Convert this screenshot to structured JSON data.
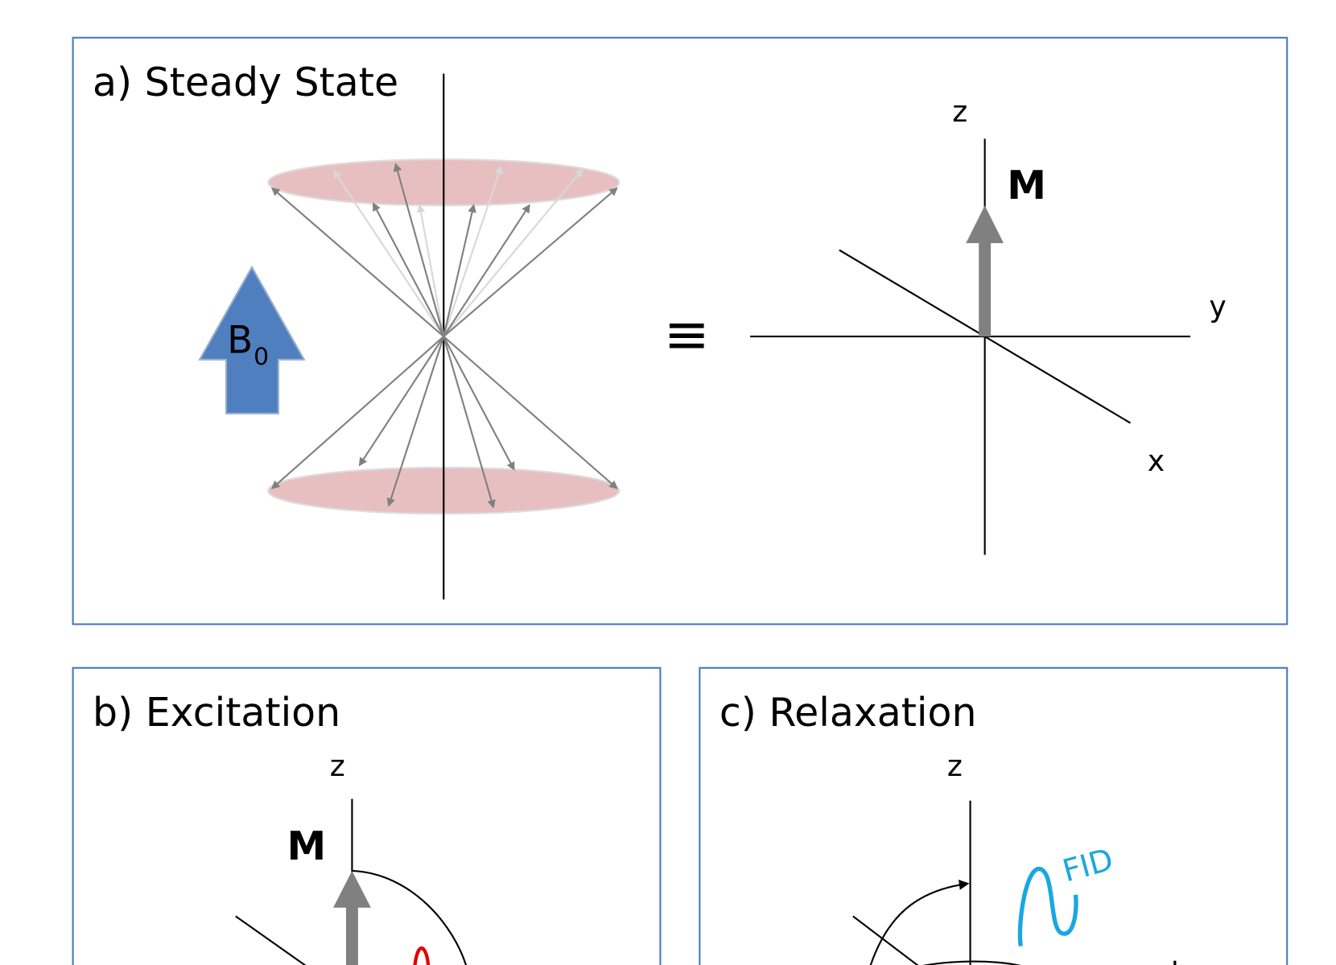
{
  "panels": {
    "a": {
      "title": "a) Steady State",
      "b0_label": "B",
      "b0_subscript": "0",
      "equiv_symbol": "≡",
      "axis_z": "z",
      "axis_y": "y",
      "axis_x": "x",
      "m_label": "M"
    },
    "b": {
      "title": "b) Excitation",
      "axis_z": "z",
      "m_label": "M"
    },
    "c": {
      "title": "c) Relaxation",
      "axis_z": "z",
      "fid_label": "FID"
    }
  },
  "colors": {
    "frame": "#4a7bc0",
    "b0_arrow": "#4f7fbf",
    "disc": "#e8bfc0",
    "vector": "#808080",
    "rf_pulse": "#e00000",
    "fid": "#1aa7e0"
  }
}
